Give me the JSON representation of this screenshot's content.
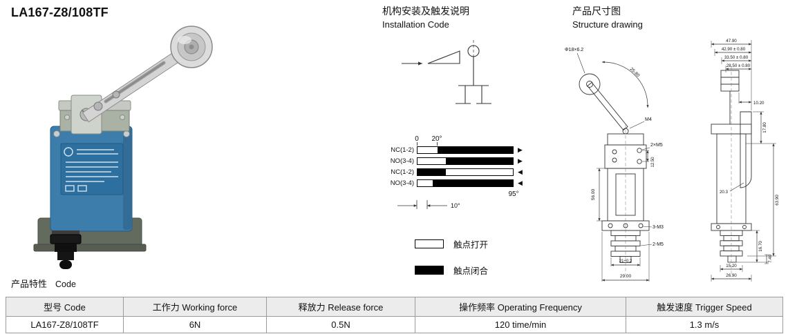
{
  "page": {
    "title": "LA167-Z8/108TF",
    "feature_cn": "产品特性",
    "feature_en": "Code"
  },
  "installation": {
    "title_cn": "机构安装及触发说明",
    "title_en": "Installation Code",
    "timing": {
      "tick_0": "0",
      "tick_20": "20°",
      "tick_95": "95°",
      "tick_10": "10°",
      "max_angle": 95,
      "rows": [
        {
          "label": "NC(1-2)",
          "split": 20,
          "black": "right",
          "arrow": "right"
        },
        {
          "label": "NO(3-4)",
          "split": 28,
          "black": "right",
          "arrow": "right"
        },
        {
          "label": "NC(1-2)",
          "split": 28,
          "black": "left",
          "arrow": "left"
        },
        {
          "label": "NO(3-4)",
          "split": 15,
          "black": "right",
          "arrow": "left"
        }
      ]
    },
    "legend": [
      {
        "state": "open",
        "label": "触点打开"
      },
      {
        "state": "closed",
        "label": "触点闭合"
      }
    ]
  },
  "structure": {
    "title_cn": "产品尺寸图",
    "title_en": "Structure drawing",
    "front_dims": {
      "roller": "Φ18×6.2",
      "arc": "25-80",
      "m4": "M4",
      "m5_2x": "2×M5",
      "d1250": "12.50",
      "d5600": "56.00",
      "m3_3": "3-M3",
      "m5_2": "2-M5",
      "d21": "21+0.2",
      "d2900": "29.00"
    },
    "side_dims": {
      "d4790": "47.90",
      "d4290": "42.90 ± 0.80",
      "d3350": "33.50 ± 0.80",
      "d2850": "28.50 ± 0.80",
      "d1020": "10.20",
      "d1780": "17.80",
      "d6390": "63.90",
      "d203": "20.3",
      "d1670": "16.70",
      "d740": "7.40",
      "d1520": "15.20",
      "d2690": "26.90"
    }
  },
  "spec_table": {
    "headers": [
      "型号 Code",
      "工作力 Working force",
      "释放力 Release force",
      "操作频率 Operating Frequency",
      "触发速度 Trigger Speed"
    ],
    "row": [
      "LA167-Z8/108TF",
      "6N",
      "0.5N",
      "120 time/min",
      "1.3 m/s"
    ]
  }
}
